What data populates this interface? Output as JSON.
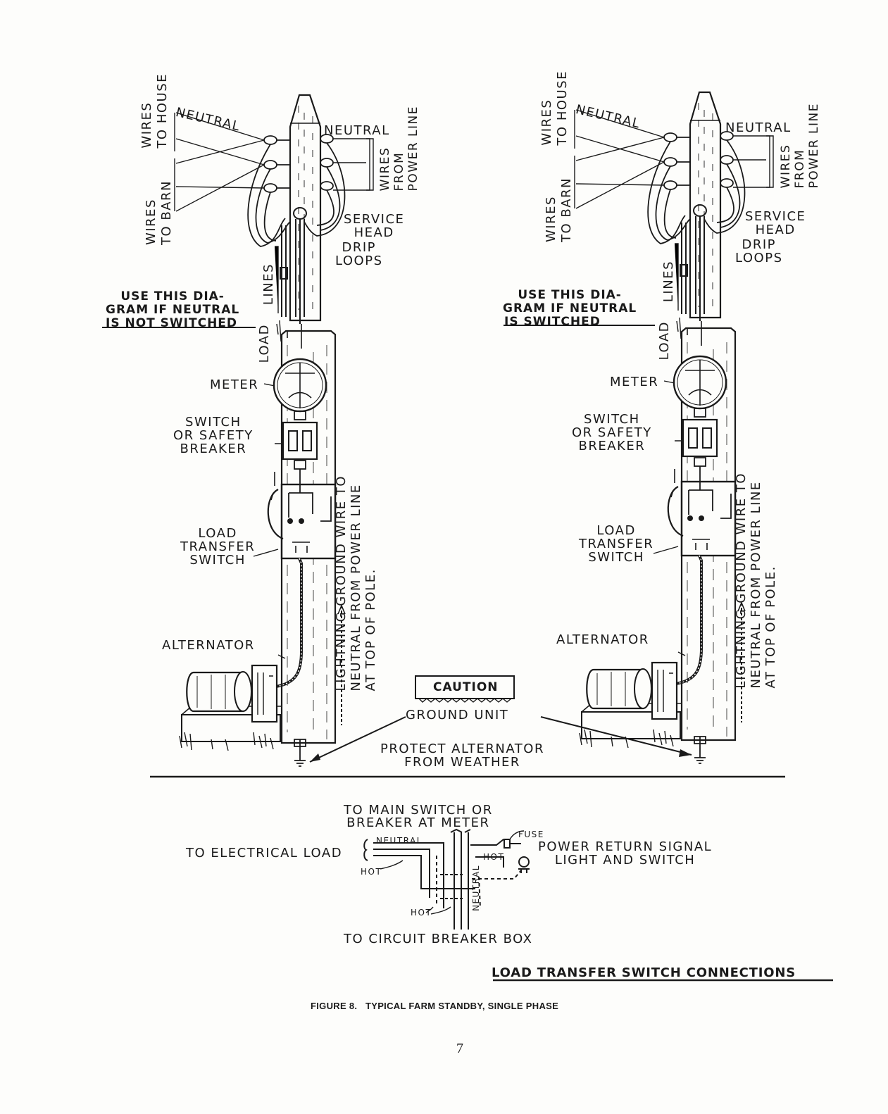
{
  "colors": {
    "ink": "#1a1a1a",
    "paper": "#fdfdfb"
  },
  "left": {
    "wires_to_house": "WIRES\nTO HOUSE",
    "wires_to_barn": "WIRES\nTO BARN",
    "neutral_house_side": "NEUTRAL",
    "neutral_line_side": "NEUTRAL",
    "wires_from_power_line": "WIRES\nFROM\nPOWER LINE",
    "service_head": "SERVICE\nHEAD",
    "drip_loops": "DRIP\nLOOPS",
    "lines": "LINES",
    "load": "LOAD",
    "instruction": "USE THIS DIA-\nGRAM IF NEUTRAL",
    "instruction_underlined": "IS NOT SWITCHED",
    "meter": "METER",
    "switch_breaker": "SWITCH\nOR SAFETY\nBREAKER",
    "load_transfer_switch": "LOAD\nTRANSFER\nSWITCH",
    "lightning_ground": "LIGHTNING GROUND WIRE TO\nNEUTRAL FROM POWER LINE\nAT TOP OF POLE.",
    "alternator": "ALTERNATOR"
  },
  "right": {
    "wires_to_house": "WIRES\nTO HOUSE",
    "wires_to_barn": "WIRES\nTO BARN",
    "neutral_house_side": "NEUTRAL",
    "neutral_line_side": "NEUTRAL",
    "wires_from_power_line": "WIRES\nFROM\nPOWER LINE",
    "service_head": "SERVICE\nHEAD",
    "drip_loops": "DRIP\nLOOPS",
    "lines": "LINES",
    "load": "LOAD",
    "instruction": "USE THIS DIA-\nGRAM IF NEUTRAL",
    "instruction_underlined": "IS SWITCHED",
    "meter": "METER",
    "switch_breaker": "SWITCH\nOR SAFETY\nBREAKER",
    "load_transfer_switch": "LOAD\nTRANSFER\nSWITCH",
    "lightning_ground": "LIGHTNING GROUND WIRE TO\nNEUTRAL FROM POWER LINE\nAT TOP OF POLE.",
    "alternator": "ALTERNATOR"
  },
  "center": {
    "caution": "CAUTION",
    "ground_unit": "GROUND UNIT",
    "protect_alternator": "PROTECT ALTERNATOR\nFROM WEATHER"
  },
  "schematic": {
    "to_main_switch": "TO MAIN SWITCH OR\nBREAKER AT METER",
    "fuse": "FUSE",
    "power_return": "POWER RETURN SIGNAL\nLIGHT AND SWITCH",
    "to_electrical_load": "TO ELECTRICAL LOAD",
    "neutral_top": "NEUTRAL",
    "neutral_side": "NEUTRAL",
    "hot_left": "HOT",
    "hot_right": "HOT",
    "hot_bottom": "HOT",
    "to_circuit_breaker_box": "TO CIRCUIT BREAKER BOX"
  },
  "schematic_title": "LOAD TRANSFER SWITCH CONNECTIONS",
  "figure_caption": "FIGURE 8.   TYPICAL FARM STANDBY, SINGLE PHASE",
  "page_number": "7"
}
